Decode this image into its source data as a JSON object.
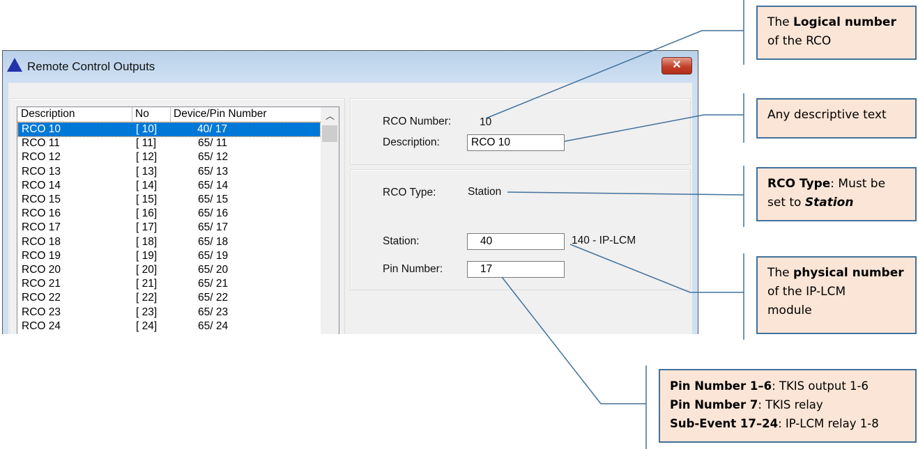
{
  "window": {
    "title": "Remote Control Outputs",
    "close_icon": "close-icon"
  },
  "list": {
    "headers": [
      "Description",
      "No",
      "Device/Pin Number"
    ],
    "rows": [
      [
        "RCO 10",
        "[ 10]",
        "40/ 17"
      ],
      [
        "RCO 11",
        "[ 11]",
        "65/ 11"
      ],
      [
        "RCO 12",
        "[ 12]",
        "65/ 12"
      ],
      [
        "RCO 13",
        "[ 13]",
        "65/ 13"
      ],
      [
        "RCO 14",
        "[ 14]",
        "65/ 14"
      ],
      [
        "RCO 15",
        "[ 15]",
        "65/ 15"
      ],
      [
        "RCO 16",
        "[ 16]",
        "65/ 16"
      ],
      [
        "RCO 17",
        "[ 17]",
        "65/ 17"
      ],
      [
        "RCO 18",
        "[ 18]",
        "65/ 18"
      ],
      [
        "RCO 19",
        "[ 19]",
        "65/ 19"
      ],
      [
        "RCO 20",
        "[ 20]",
        "65/ 20"
      ],
      [
        "RCO 21",
        "[ 21]",
        "65/ 21"
      ],
      [
        "RCO 22",
        "[ 22]",
        "65/ 22"
      ],
      [
        "RCO 23",
        "[ 23]",
        "65/ 23"
      ],
      [
        "RCO 24",
        "[ 24]",
        "65/ 24"
      ]
    ],
    "selected_index": 0
  },
  "form": {
    "rco_number_label": "RCO Number:",
    "rco_number": "10",
    "description_label": "Description:",
    "description": "RCO 10",
    "rco_type_label": "RCO Type:",
    "rco_type": "Station",
    "station_label": "Station:",
    "station": "40",
    "station_name": "140 - IP-LCM",
    "pin_label": "Pin Number:",
    "pin": "17"
  },
  "callouts": {
    "logical": {
      "a": "The ",
      "b": "Logical number",
      "c": "of the RCO"
    },
    "desc": {
      "a": "Any descriptive text"
    },
    "type": {
      "a": "RCO Type",
      "b": ": Must be",
      "c": "set to ",
      "d": "Station"
    },
    "physical": {
      "a": "The ",
      "b": "physical number",
      "c": "of the IP-LCM",
      "d": "module"
    },
    "pins": {
      "l1b": "Pin Number 1–6",
      "l1": ": TKIS output 1-6",
      "l2b": "Pin Number 7",
      "l2": ": TKIS relay",
      "l3b": "Sub-Event 17–24",
      "l3": ": IP-LCM relay 1-8"
    }
  },
  "colors": {
    "selection": "#0078d7",
    "callout_bg": "#fbe5d6",
    "callout_border": "#41719c"
  }
}
